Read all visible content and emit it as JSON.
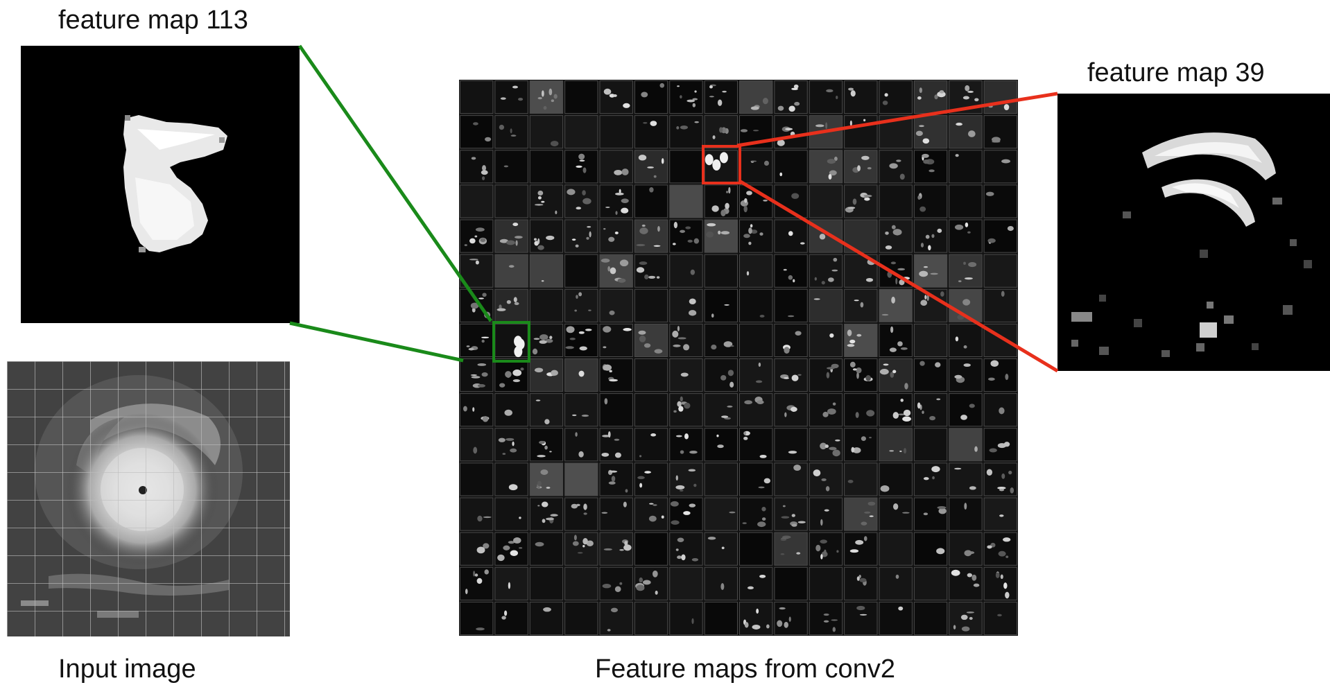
{
  "labels": {
    "feature_map_left": "feature map 113",
    "feature_map_right": "feature map 39",
    "input_image": "Input image",
    "feature_maps": "Feature maps from conv2"
  },
  "grid": {
    "rows": 16,
    "cols": 16
  },
  "highlights": {
    "map_113": {
      "color": "#1a8a1a",
      "row": 7,
      "col": 1
    },
    "map_39": {
      "color": "#e8301c",
      "row": 2,
      "col": 7
    }
  }
}
